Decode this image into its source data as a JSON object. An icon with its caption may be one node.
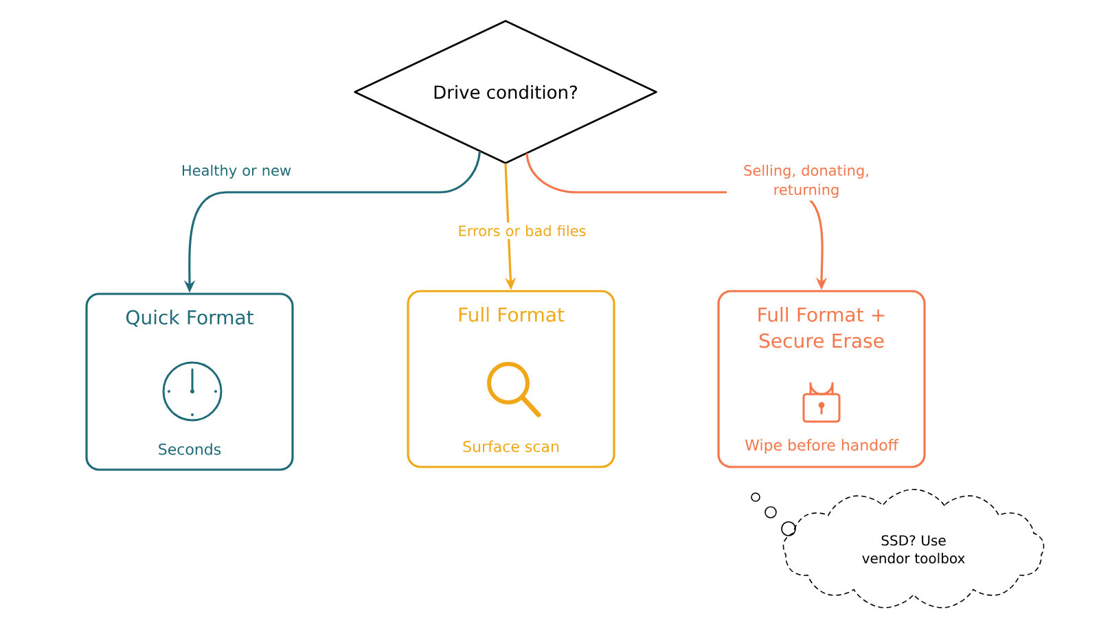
{
  "diagram": {
    "nodes": [
      {
        "text": [
          "Drive condition?"
        ]
      },
      {
        "text": [
          "Quick Format",
          "Seconds"
        ]
      },
      {
        "text": [
          "Full Format",
          "Surface scan"
        ]
      },
      {
        "text": [
          "Full Format + Secure Erase",
          "Wipe before handoff"
        ]
      },
      {
        "text": [
          "SSD? Use vendor toolbox"
        ]
      }
    ],
    "edges": [
      {
        "from": 0,
        "to": 1,
        "arrow": "to",
        "label": "Healthy or new",
        "color": "#1f6b78"
      },
      {
        "from": 0,
        "to": 2,
        "arrow": "to",
        "label": "Errors or bad files",
        "color": "#f0a818"
      },
      {
        "from": 0,
        "to": 3,
        "arrow": "to",
        "label": "Selling, donating, returning",
        "color": "#f4764a"
      }
    ]
  }
}
